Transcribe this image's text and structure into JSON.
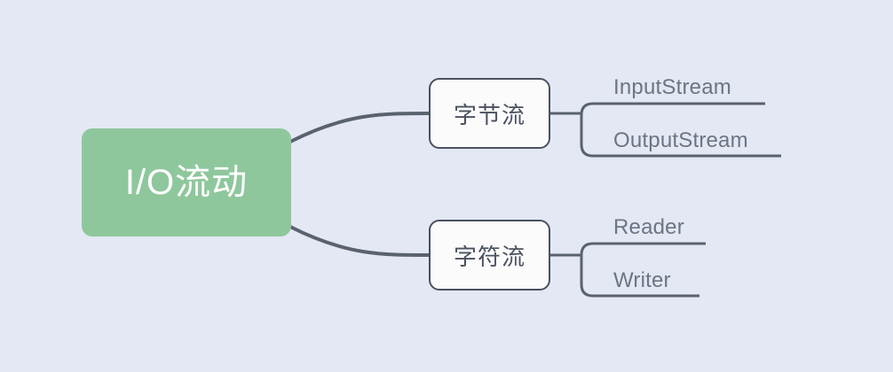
{
  "diagram": {
    "type": "mind-map",
    "background_color": "#e3e8f4",
    "root": {
      "label": "I/O流动",
      "fill_color": "#8fc79d",
      "text_color": "#ffffff"
    },
    "branches": [
      {
        "label": "字节流",
        "fill_color": "#fbfbfb",
        "border_color": "#4a5160",
        "text_color": "#4a5160",
        "leaves": [
          {
            "label": "InputStream",
            "text_color": "#6d7483"
          },
          {
            "label": "OutputStream",
            "text_color": "#6d7483"
          }
        ]
      },
      {
        "label": "字符流",
        "fill_color": "#fbfbfb",
        "border_color": "#4a5160",
        "text_color": "#4a5160",
        "leaves": [
          {
            "label": "Reader",
            "text_color": "#6d7483"
          },
          {
            "label": "Writer",
            "text_color": "#6d7483"
          }
        ]
      }
    ],
    "connector_color": "#5a6270"
  }
}
